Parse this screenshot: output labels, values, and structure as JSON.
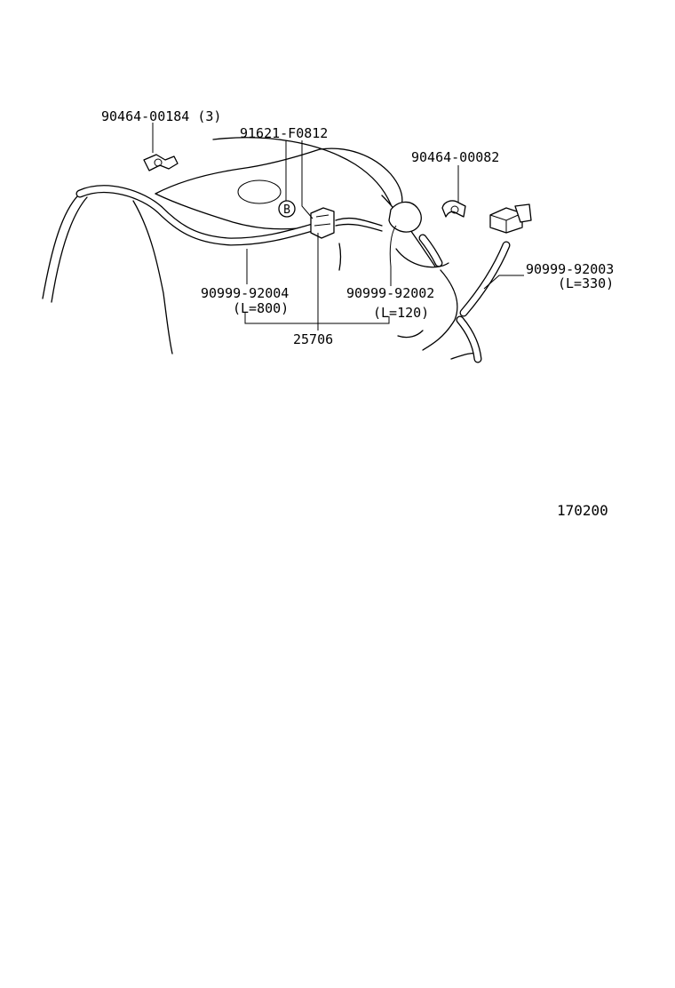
{
  "callouts": {
    "clip_left": "90464-00184 (3)",
    "connector": "91621-F0812",
    "clip_right": "90464-00082",
    "hose_short": "90999-92002",
    "hose_short_len": "(L=120)",
    "hose_long": "90999-92004",
    "hose_long_len": "(L=800)",
    "hose_right": "90999-92003",
    "hose_right_len": "(L=330)",
    "assembly": "25706",
    "circle_marker": "B"
  },
  "figure_number": "170200"
}
